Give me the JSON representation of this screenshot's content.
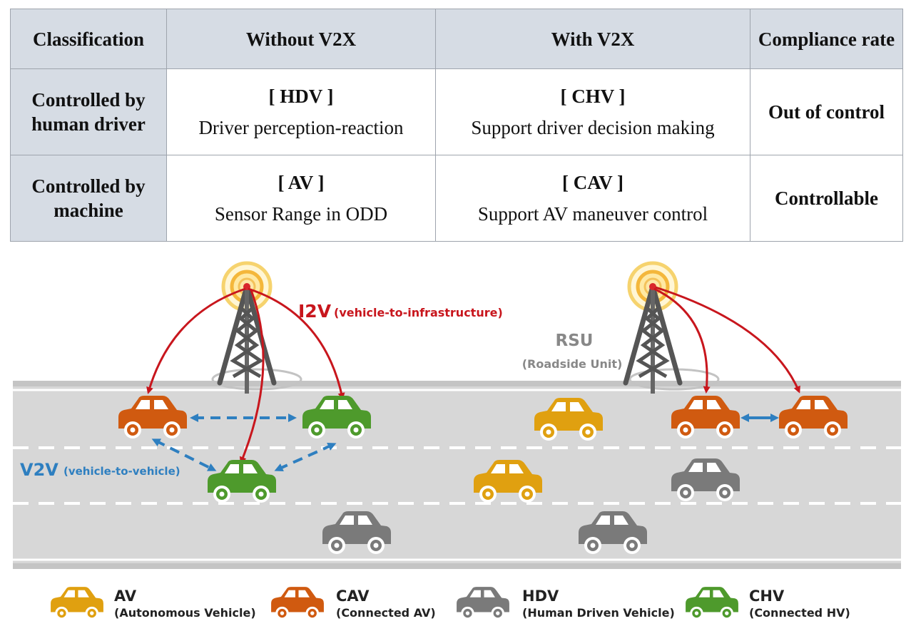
{
  "table": {
    "headers": [
      "Classification",
      "Without V2X",
      "With V2X",
      "Compliance rate"
    ],
    "rows": [
      {
        "classification": "Controlled by human driver",
        "without_code": "[ HDV ]",
        "without_desc": "Driver perception-reaction",
        "with_code": "[ CHV ]",
        "with_desc": "Support driver decision making",
        "compliance": "Out of control"
      },
      {
        "classification": "Controlled by machine",
        "without_code": "[ AV ]",
        "without_desc": "Sensor Range in ODD",
        "with_code": "[ CAV ]",
        "with_desc": "Support AV maneuver control",
        "compliance": "Controllable"
      }
    ]
  },
  "diagram": {
    "i2v_label": "I2V",
    "i2v_full": "(vehicle-to-infrastructure)",
    "v2v_label": "V2V",
    "v2v_full": "(vehicle-to-vehicle)",
    "rsu_label": "RSU",
    "rsu_full": "(Roadside Unit)"
  },
  "legend": [
    {
      "code": "AV",
      "full": "(Autonomous Vehicle)",
      "color": "#e0a010"
    },
    {
      "code": "CAV",
      "full": "(Connected AV)",
      "color": "#d05a10"
    },
    {
      "code": "HDV",
      "full": "(Human Driven Vehicle)",
      "color": "#7a7a7a"
    },
    {
      "code": "CHV",
      "full": "(Connected HV)",
      "color": "#4e9a2c"
    }
  ],
  "colors": {
    "av": "#e0a010",
    "cav": "#d05a10",
    "hdv": "#7a7a7a",
    "chv": "#4e9a2c",
    "i2v": "#c8161d",
    "v2v": "#2e7fc0",
    "road": "#d7d7d7",
    "table_header": "#d6dce4"
  }
}
